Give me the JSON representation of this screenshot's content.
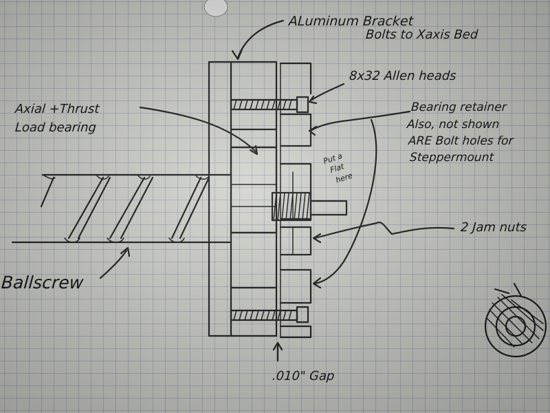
{
  "labels": {
    "bracket_line1": "ALuminum Bracket",
    "bracket_line2": "Bolts to Xaxis Bed",
    "allen": "8x32  Allen heads",
    "bearing_line1": "Axial +Thrust",
    "bearing_line2": "Load bearing",
    "retainer_line1": "Bearing retainer",
    "retainer_line2": "Also, not shown",
    "retainer_line3": "ARE Bolt holes for",
    "retainer_line4": "Steppermount",
    "flat_line1": "Put a",
    "flat_line2": "Flat",
    "flat_line3": "here",
    "jam": "2 Jam nuts",
    "ballscrew": "Ballscrew",
    "gap": ".010\" Gap"
  },
  "colors": {
    "ink": "#1a1a1a",
    "paper": "#d4d4ce",
    "grid": "#4664a0"
  }
}
